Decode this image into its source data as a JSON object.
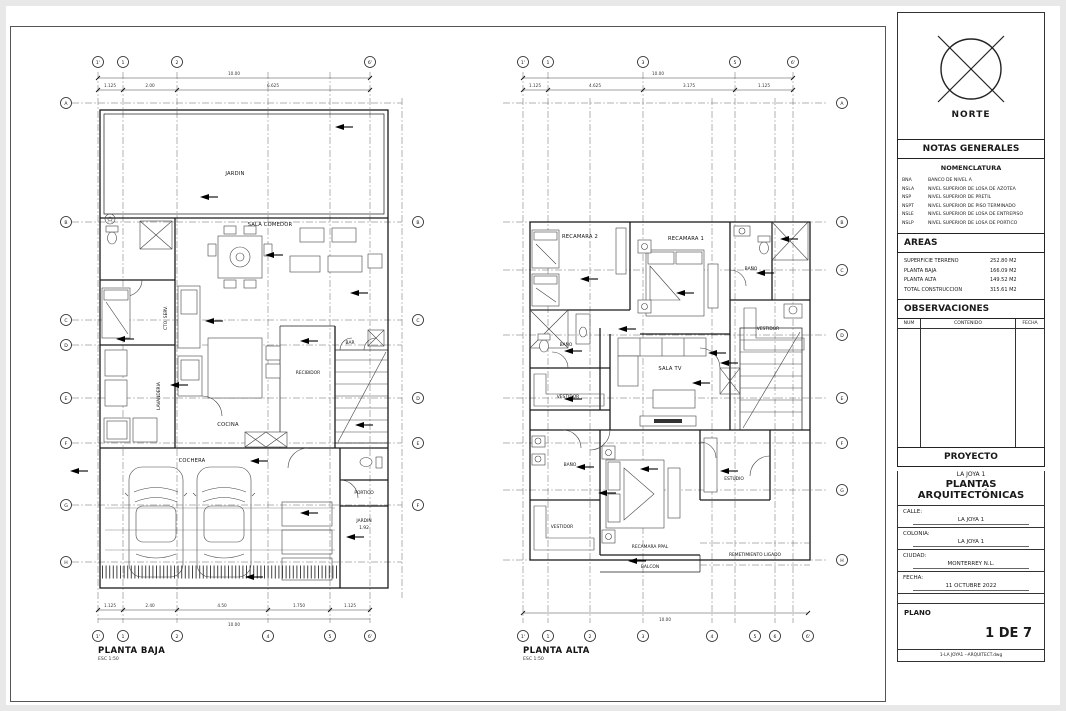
{
  "title_block": {
    "north_label": "NORTE",
    "notas_header": "NOTAS GENERALES",
    "nomenclatura_header": "NOMENCLATURA",
    "nomenclatura": [
      {
        "abbr": "BNA",
        "desc": "BANCO DE NIVEL A"
      },
      {
        "abbr": "NSLA",
        "desc": "NIVEL SUPERIOR DE LOSA DE AZOTEA"
      },
      {
        "abbr": "NSP",
        "desc": "NIVEL SUPERIOR DE PRETIL"
      },
      {
        "abbr": "NSPT",
        "desc": "NIVEL SUPERIOR DE PISO TERMINADO"
      },
      {
        "abbr": "NSLE",
        "desc": "NIVEL SUPERIOR DE LOSA DE ENTREPISO"
      },
      {
        "abbr": "NSLP",
        "desc": "NIVEL SUPERIOR DE LOSA DE PORTICO"
      }
    ],
    "areas_header": "AREAS",
    "areas": [
      {
        "label": "SUPERFICIE TERRENO",
        "value": "252.80 M2"
      },
      {
        "label": "PLANTA BAJA",
        "value": "166.09 M2"
      },
      {
        "label": "PLANTA ALTA",
        "value": "149.52 M2"
      },
      {
        "label": "TOTAL CONSTRUCCION",
        "value": "315.61 M2"
      }
    ],
    "observaciones_header": "OBSERVACIONES",
    "obs_cols": [
      "NUM",
      "CONTENIDO",
      "FECHA"
    ],
    "proyecto_header": "PROYECTO",
    "project_name": "LA JOYA 1",
    "project_title": "PLANTAS ARQUITECTÓNICAS",
    "calle_label": "CALLE:",
    "calle_value": "LA JOYA 1",
    "colonia_label": "COLONIA:",
    "colonia_value": "LA JOYA 1",
    "ciudad_label": "CIUDAD:",
    "ciudad_value": "MONTERREY N.L.",
    "fecha_label": "FECHA:",
    "fecha_value": "11 OCTUBRE 2022",
    "plano_label": "PLANO",
    "plano_value": "1 DE 7",
    "file_name": "1-LA JOYA1 --ARQUITECT.dwg"
  },
  "plans": {
    "baja": {
      "title": "PLANTA BAJA",
      "scale": "ESC 1:50",
      "rooms": {
        "jardin": "JARDIN",
        "sala_comedor": "SALA COMEDOR",
        "cto_serv": "CTO. SERV.",
        "lavanderia": "LAVANDERIA",
        "cocina": "COCINA",
        "recibidor": "RECIBIDOR",
        "bar": "BAR",
        "cochera": "COCHERA",
        "portico": "PORTICO",
        "jardin_post": "JARDIN",
        "jardin_post_level": "1.92"
      },
      "dim_total": "10.00",
      "dims_top": [
        "1.125",
        "2.00",
        "6.625"
      ],
      "dims_bottom": [
        "1.125",
        "2.40",
        "4.50",
        "1.750",
        "1.125"
      ],
      "grid_top": [
        "1'",
        "1",
        "2",
        "6'"
      ],
      "grid_bottom": [
        "1'",
        "1",
        "2",
        "4",
        "5",
        "6'"
      ],
      "grid_left": [
        "A",
        "B",
        "C",
        "D",
        "E",
        "F",
        "G",
        "H"
      ],
      "grid_right": [
        "B",
        "C",
        "D",
        "E",
        "F"
      ]
    },
    "alta": {
      "title": "PLANTA ALTA",
      "scale": "ESC 1:50",
      "rooms": {
        "recamara2": "RECAMARA 2",
        "recamara1": "RECAMARA 1",
        "bano_sup": "BAÑO",
        "vestidor_sup": "VESTIDOR",
        "bano_med": "BAÑO",
        "vestidor_med": "VESTIDOR",
        "sala_tv": "SALA TV",
        "bano_inf": "BAÑO",
        "vestidor_inf": "VESTIDOR",
        "recamara_ppal": "RECAMARA PPAL",
        "estudio": "ESTUDIO",
        "balcon": "BALCON",
        "remetimiento": "REMETIMIENTO LIGADO"
      },
      "dim_total": "10.00",
      "dims_top": [
        "1.125",
        "4.625",
        "3.175",
        "1.125"
      ],
      "grid_top": [
        "1'",
        "1",
        "3",
        "5",
        "6'"
      ],
      "grid_bottom": [
        "1'",
        "1",
        "2",
        "3",
        "4",
        "5",
        "6",
        "6'"
      ],
      "grid_right": [
        "A",
        "B",
        "C",
        "D",
        "E",
        "F",
        "G",
        "H"
      ]
    }
  }
}
